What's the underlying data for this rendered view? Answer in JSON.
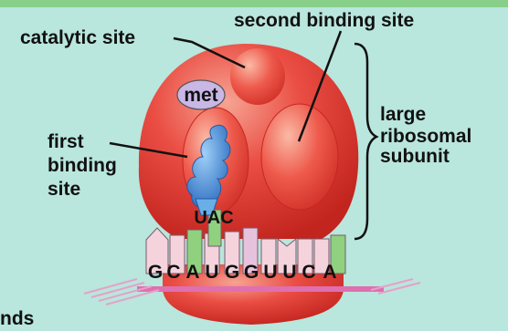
{
  "colors": {
    "background": "#b9e6dd",
    "top_bar": "#88d08a",
    "ribosome": "#e8403a",
    "ribosome_highlight": "#f4a08e",
    "met_bubble": "#c9b7e6",
    "trna": "#4b8fd6",
    "mrna": "#e06fb0",
    "label_text": "#111111"
  },
  "labels": {
    "catalytic_site": "catalytic site",
    "second_binding_site": "second binding site",
    "first_binding_site": [
      "first",
      "binding",
      "site"
    ],
    "large_subunit": [
      "large",
      "ribosomal",
      "subunit"
    ],
    "met": "met",
    "anticodon": "UAC",
    "mrna_sequence": [
      "G",
      "C",
      "A",
      "U",
      "G",
      "G",
      "U",
      "U",
      "C",
      "A"
    ],
    "cut_off_text": "nds"
  }
}
